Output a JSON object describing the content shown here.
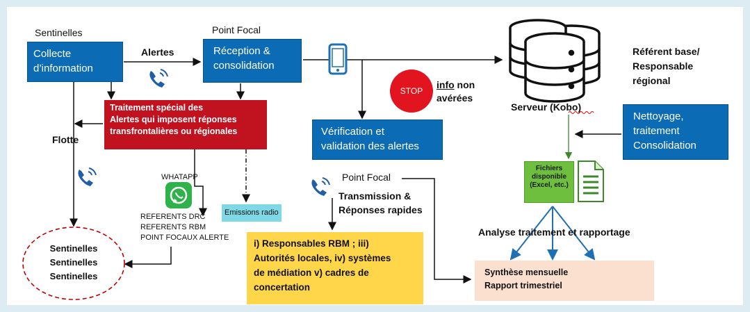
{
  "labels": {
    "sentinelles_header": "Sentinelles",
    "point_focal_header": "Point Focal",
    "alertes": "Alertes",
    "flotte": "Flotte",
    "referent_1": "Référent base/",
    "referent_2": "Responsable",
    "referent_3": "régional",
    "serveur": "Serveur (Kobo)",
    "info_non_1": "info",
    "info_non_2": " non",
    "info_averees": "avérées",
    "point_focal_2": "Point Focal",
    "transmission_1": "Transmission &",
    "transmission_2": "Réponses rapides",
    "analyse": "Analyse traitement et rapportage",
    "whatapp": "WHATAPP",
    "referents_drc": "REFERENTS DRC",
    "referents_rbm": "REFERENTS RBM",
    "point_focaux": "POINT FOCAUX ALERTE"
  },
  "boxes": {
    "collecte_1": "Collecte",
    "collecte_2": "d’information",
    "reception_1": "Réception &",
    "reception_2": "consolidation",
    "traitement_1": "Traitement spécial des",
    "traitement_2": "Alertes qui imposent réponses",
    "traitement_3": "transfrontalières ou régionales",
    "verification_1": "Vérification et",
    "verification_2": "validation des alertes",
    "nettoyage_1": "Nettoyage,",
    "nettoyage_2": "traitement",
    "nettoyage_3": "Consolidation",
    "fichiers_1": "Fichiers",
    "fichiers_2": "disponible",
    "fichiers_3": "(Excel, etc.)",
    "emissions": "Emissions radio",
    "responsables_1": "i) Responsables RBM ; iii)",
    "responsables_2": "Autorités locales, iv) systèmes",
    "responsables_3": "de médiation  v) cadres  de",
    "responsables_4": "concertation",
    "synthese_1": "Synthèse mensuelle",
    "synthese_2": "Rapport trimestriel",
    "stop": "STOP"
  },
  "sentinelles_circle": [
    "Sentinelles",
    "Sentinelles",
    "Sentinelles"
  ],
  "colors": {
    "blue": "#0b6bb4",
    "red": "#c1121f",
    "yellow": "#ffd54a",
    "peach": "#fbe0d0",
    "green": "#6fbf3f",
    "cyan": "#7fd8e6",
    "stop": "#e2141f",
    "arrow_blue": "#1f6fb5"
  }
}
